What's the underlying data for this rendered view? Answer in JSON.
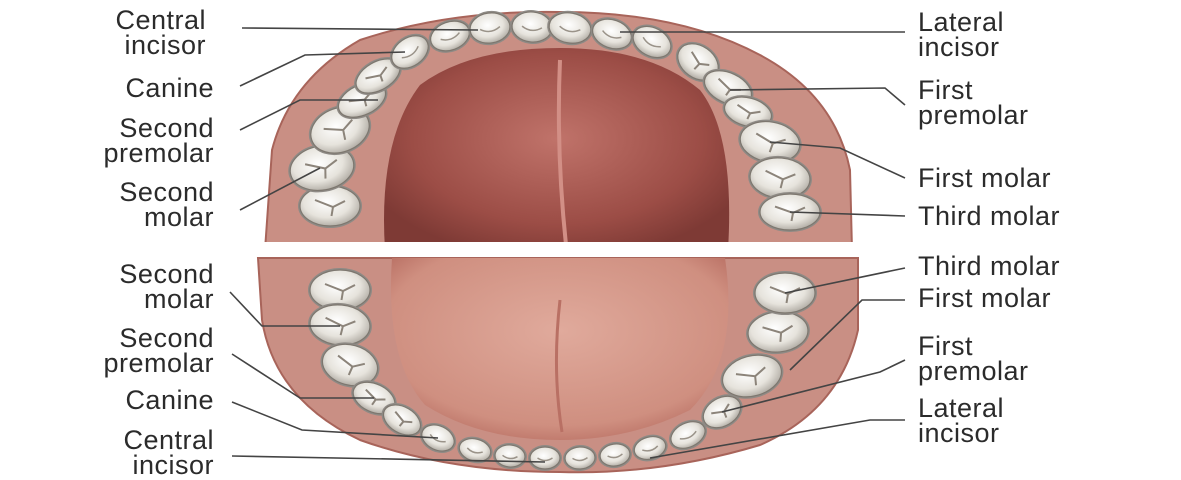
{
  "upper_jaw": {
    "left_labels": [
      {
        "id": "central-incisor",
        "lines": [
          "Central",
          "incisor"
        ]
      },
      {
        "id": "canine",
        "lines": [
          "Canine"
        ]
      },
      {
        "id": "second-premolar",
        "lines": [
          "Second",
          "premolar"
        ]
      },
      {
        "id": "second-molar",
        "lines": [
          "Second",
          "molar"
        ]
      }
    ],
    "right_labels": [
      {
        "id": "lateral-incisor",
        "lines": [
          "Lateral",
          "incisor"
        ]
      },
      {
        "id": "first-premolar",
        "lines": [
          "First",
          "premolar"
        ]
      },
      {
        "id": "first-molar",
        "lines": [
          "First molar"
        ]
      },
      {
        "id": "third-molar",
        "lines": [
          "Third molar"
        ]
      }
    ]
  },
  "lower_jaw": {
    "left_labels": [
      {
        "id": "second-molar",
        "lines": [
          "Second",
          "molar"
        ]
      },
      {
        "id": "second-premolar",
        "lines": [
          "Second",
          "premolar"
        ]
      },
      {
        "id": "canine",
        "lines": [
          "Canine"
        ]
      },
      {
        "id": "central-incisor",
        "lines": [
          "Central",
          "incisor"
        ]
      }
    ],
    "right_labels": [
      {
        "id": "third-molar",
        "lines": [
          "Third molar"
        ]
      },
      {
        "id": "first-molar",
        "lines": [
          "First molar"
        ]
      },
      {
        "id": "first-premolar",
        "lines": [
          "First",
          "premolar"
        ]
      },
      {
        "id": "lateral-incisor",
        "lines": [
          "Lateral",
          "incisor"
        ]
      }
    ]
  },
  "colors": {
    "gum": "#c98f84",
    "gum_edge": "#a8645a",
    "palate": "#a8584f",
    "tongue": "#d59a8c",
    "tooth": "#ecebe6",
    "tooth_shadow": "#8e8a85",
    "leader_line": "#444444",
    "text": "#2b2b2b"
  }
}
